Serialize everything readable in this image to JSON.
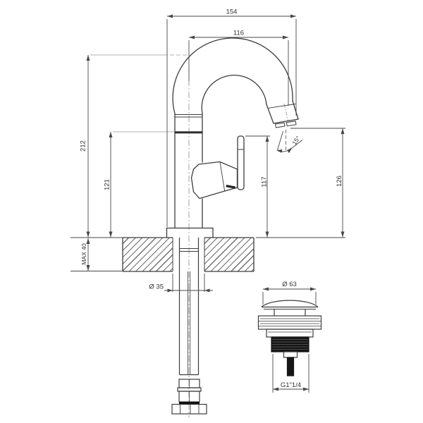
{
  "drawing": {
    "type": "technical-dimension-drawing",
    "subject": "single-lever basin mixer tap with pop-up waste",
    "colors": {
      "background": "#ffffff",
      "line": "#3c3c3c",
      "dimension": "#474747",
      "reference": "#9a9a9a",
      "hatch": "#6f6f6f",
      "dark_fill": "#1a1a1a"
    }
  },
  "dimensions": {
    "overall_width": "154",
    "spout_reach": "116",
    "overall_height": "212",
    "base_to_spout_joint": "121",
    "handle_height": "117",
    "aerator_height": "126",
    "deck_thickness": "MAX 40",
    "deck_hole_diameter": "Ø 35",
    "waste_cap_diameter": "Ø 63",
    "waste_thread": "G1\"1/4",
    "spray_angle": "15°"
  }
}
